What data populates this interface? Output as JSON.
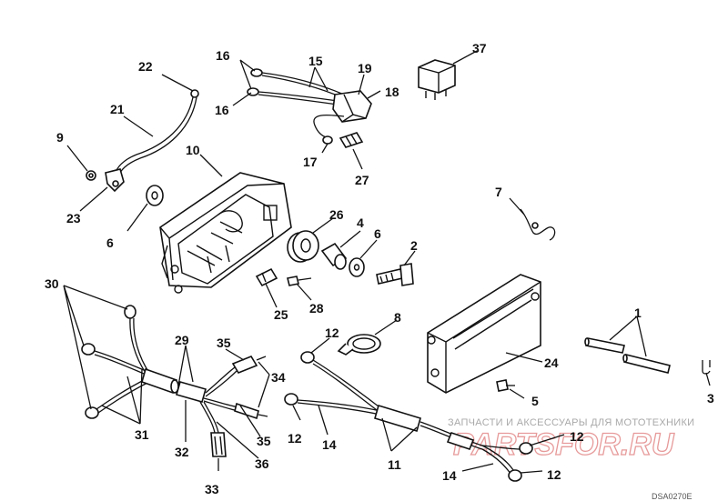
{
  "labels": {
    "l1": "1",
    "l2": "2",
    "l3": "3",
    "l4": "4",
    "l5": "5",
    "l6a": "6",
    "l6b": "6",
    "l7": "7",
    "l8": "8",
    "l9": "9",
    "l10": "10",
    "l11": "11",
    "l12a": "12",
    "l12b": "12",
    "l12c": "12",
    "l12d": "12",
    "l14a": "14",
    "l14b": "14",
    "l15": "15",
    "l16a": "16",
    "l16b": "16",
    "l17": "17",
    "l18": "18",
    "l19": "19",
    "l21": "21",
    "l22": "22",
    "l23": "23",
    "l24": "24",
    "l25": "25",
    "l26": "26",
    "l27": "27",
    "l28": "28",
    "l29": "29",
    "l30": "30",
    "l31": "31",
    "l32": "32",
    "l33": "33",
    "l34": "34",
    "l35a": "35",
    "l35b": "35",
    "l36": "36",
    "l37": "37"
  },
  "watermark": {
    "line1": "ЗАПЧАСТИ И АКСЕССУАРЫ ДЛЯ МОТОТЕХНИКИ",
    "line2": "PARTSFOR.RU"
  },
  "figure_code": "DSA0270E"
}
